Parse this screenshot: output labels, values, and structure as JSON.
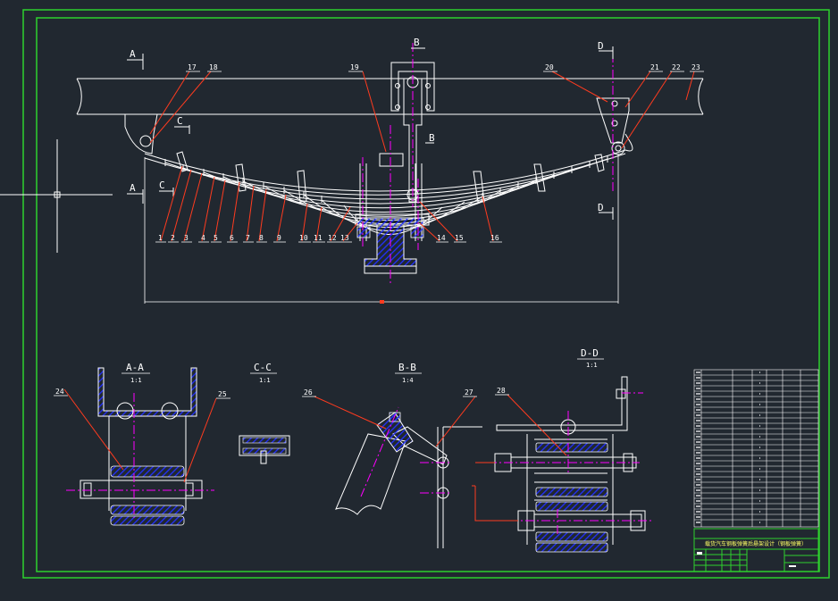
{
  "colors": {
    "background": "#212830",
    "frame": "#2ed12e",
    "line": "#ffffff",
    "leader": "#ff3b1f",
    "centerline": "#ff00ff",
    "hatch": "#2230ff",
    "title_text": "#ffff66"
  },
  "section_markers": {
    "a_top": "A",
    "a_left": "A",
    "b_top": "B",
    "b_mid": "B",
    "c_top": "C",
    "c_left": "C",
    "d_top": "D",
    "d_bottom": "D"
  },
  "part_numbers": {
    "upper": [
      "17",
      "18",
      "19",
      "20",
      "21",
      "22",
      "23"
    ],
    "lower": [
      "1",
      "2",
      "3",
      "4",
      "5",
      "6",
      "7",
      "8",
      "9",
      "10",
      "11",
      "12",
      "13",
      "14",
      "15",
      "16"
    ],
    "details": [
      "24",
      "25",
      "26",
      "27",
      "28"
    ]
  },
  "sections": {
    "aa": {
      "title": "A-A",
      "scale": "1:1"
    },
    "cc": {
      "title": "C-C",
      "scale": "1:1"
    },
    "bb": {
      "title": "B-B",
      "scale": "1:4"
    },
    "dd": {
      "title": "D-D",
      "scale": "1:1"
    }
  },
  "title_block": {
    "drawing_title": "载货汽车钢板弹簧后悬架设计（钢板弹簧）"
  }
}
